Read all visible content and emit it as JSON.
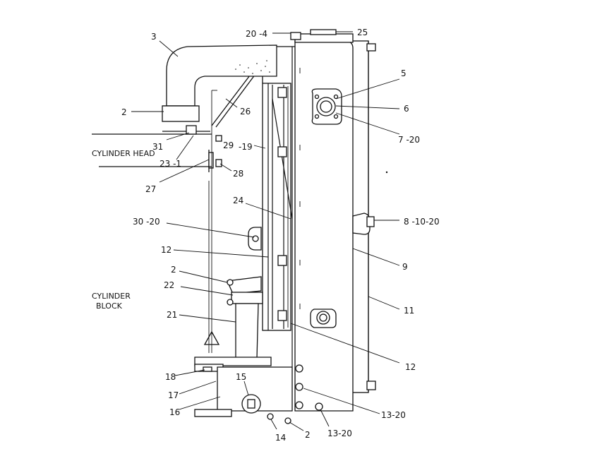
{
  "callouts": [
    {
      "id": "c1",
      "text": "3"
    },
    {
      "id": "c2",
      "text": "20 -4"
    },
    {
      "id": "c3",
      "text": "25"
    },
    {
      "id": "c4",
      "text": "2"
    },
    {
      "id": "c5",
      "text": "26"
    },
    {
      "id": "c6",
      "text": "5"
    },
    {
      "id": "c7",
      "text": "6"
    },
    {
      "id": "c8",
      "text": "7 -20"
    },
    {
      "id": "c9",
      "text": "31"
    },
    {
      "id": "c10",
      "text": "29"
    },
    {
      "id": "c11",
      "text": "-19"
    },
    {
      "id": "c12",
      "text": "23 -1"
    },
    {
      "id": "c13",
      "text": "28"
    },
    {
      "id": "c14",
      "text": "27"
    },
    {
      "id": "c15",
      "text": "24"
    },
    {
      "id": "c16",
      "text": "30 -20"
    },
    {
      "id": "c17",
      "text": "8 -10-20"
    },
    {
      "id": "c18",
      "text": "12"
    },
    {
      "id": "c19",
      "text": "9"
    },
    {
      "id": "c20",
      "text": "2"
    },
    {
      "id": "c21",
      "text": "22"
    },
    {
      "id": "c22",
      "text": "11"
    },
    {
      "id": "c23",
      "text": "21"
    },
    {
      "id": "c24",
      "text": "12"
    },
    {
      "id": "c25",
      "text": "18"
    },
    {
      "id": "c26",
      "text": "15"
    },
    {
      "id": "c27",
      "text": "17"
    },
    {
      "id": "c28",
      "text": "16"
    },
    {
      "id": "c29",
      "text": "13-20"
    },
    {
      "id": "c30",
      "text": "14"
    },
    {
      "id": "c31",
      "text": "2"
    },
    {
      "id": "c32",
      "text": "13-20"
    }
  ],
  "region_labels": {
    "cylinder_head": "CYLINDER HEAD",
    "cylinder_block_line1": "CYLINDER",
    "cylinder_block_line2": "BLOCK"
  }
}
